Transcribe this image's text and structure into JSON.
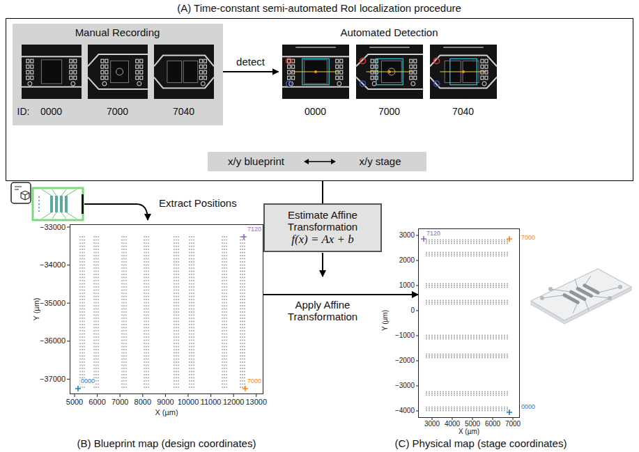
{
  "diagram": {
    "nodes": [
      {
        "text": [
          "(A) Time-constant semi-automated RoI localization procedure"
        ]
      },
      {
        "text": [
          "Manual Recording",
          "ID:",
          "0000",
          "7000",
          "7040"
        ],
        "in": 0
      },
      {
        "text": [
          "Automated Detection",
          "0000",
          "7000",
          "7040"
        ],
        "in": 0
      },
      {
        "text": [
          "x/y blueprint",
          "x/y stage"
        ],
        "in": 0
      },
      {
        "text": [
          "Estimate Affine Transformation",
          "f(x) = Ax + b"
        ]
      },
      {
        "text": [
          "(B) Blueprint map (design coordinates)"
        ]
      },
      {
        "text": [
          "(C) Physical map (stage coordinates)"
        ]
      }
    ],
    "edges": [
      {
        "from": 1,
        "to": 2,
        "label": "detect",
        "arrow": "to"
      },
      {
        "from": 0,
        "to": 4,
        "arrow": "none"
      },
      {
        "from": 5,
        "to": 6,
        "label": "Apply Affine Transformation",
        "arrow": "to"
      }
    ],
    "labels": [
      "Extract Positions",
      "−33000",
      "−34000",
      "−35000",
      "−36000",
      "−37000",
      "5000",
      "6000",
      "7000",
      "8000",
      "9000",
      "10000",
      "11000",
      "12000",
      "13000",
      "Y (µm)",
      "X (µm)",
      "0000",
      "7000",
      "7120",
      "3000",
      "2000",
      "1000",
      "0",
      "−1000",
      "−2000",
      "−3000",
      "−4000",
      "3000",
      "4000",
      "5000",
      "6000",
      "7000",
      "Y (µm)",
      "X (µm)",
      "7120",
      "7000",
      "0000"
    ]
  }
}
